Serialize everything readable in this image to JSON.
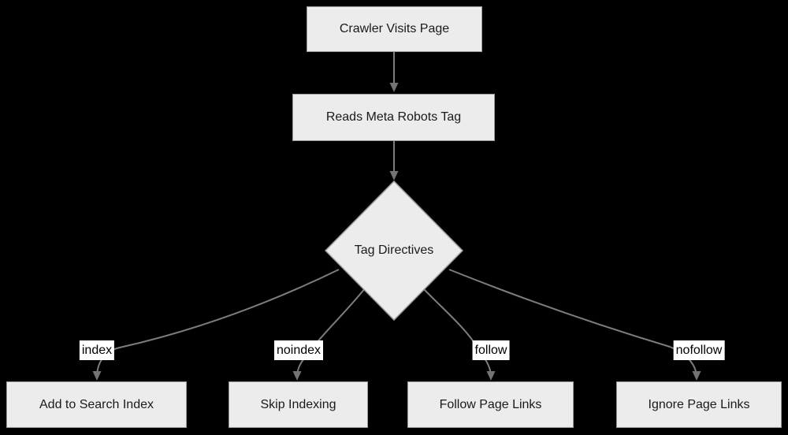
{
  "diagram": {
    "type": "flowchart",
    "colors": {
      "background": "#000000",
      "node_fill": "#ececec",
      "node_border": "#999999",
      "edge_line": "#7d7d7d",
      "node_text": "#1a1a1a",
      "edge_label_bg": "#ffffff",
      "edge_label_text": "#000000"
    },
    "nodes": {
      "crawler": {
        "label": "Crawler Visits Page",
        "shape": "rect"
      },
      "reads": {
        "label": "Reads Meta Robots Tag",
        "shape": "rect"
      },
      "directives": {
        "label": "Tag Directives",
        "shape": "diamond"
      },
      "add": {
        "label": "Add to Search Index",
        "shape": "rect"
      },
      "skip": {
        "label": "Skip Indexing",
        "shape": "rect"
      },
      "follow": {
        "label": "Follow Page Links",
        "shape": "rect"
      },
      "ignore": {
        "label": "Ignore Page Links",
        "shape": "rect"
      }
    },
    "edges": [
      {
        "from": "Crawler Visits Page",
        "to": "Reads Meta Robots Tag",
        "label": ""
      },
      {
        "from": "Reads Meta Robots Tag",
        "to": "Tag Directives",
        "label": ""
      },
      {
        "from": "Tag Directives",
        "to": "Add to Search Index",
        "label": "index"
      },
      {
        "from": "Tag Directives",
        "to": "Skip Indexing",
        "label": "noindex"
      },
      {
        "from": "Tag Directives",
        "to": "Follow Page Links",
        "label": "follow"
      },
      {
        "from": "Tag Directives",
        "to": "Ignore Page Links",
        "label": "nofollow"
      }
    ]
  }
}
